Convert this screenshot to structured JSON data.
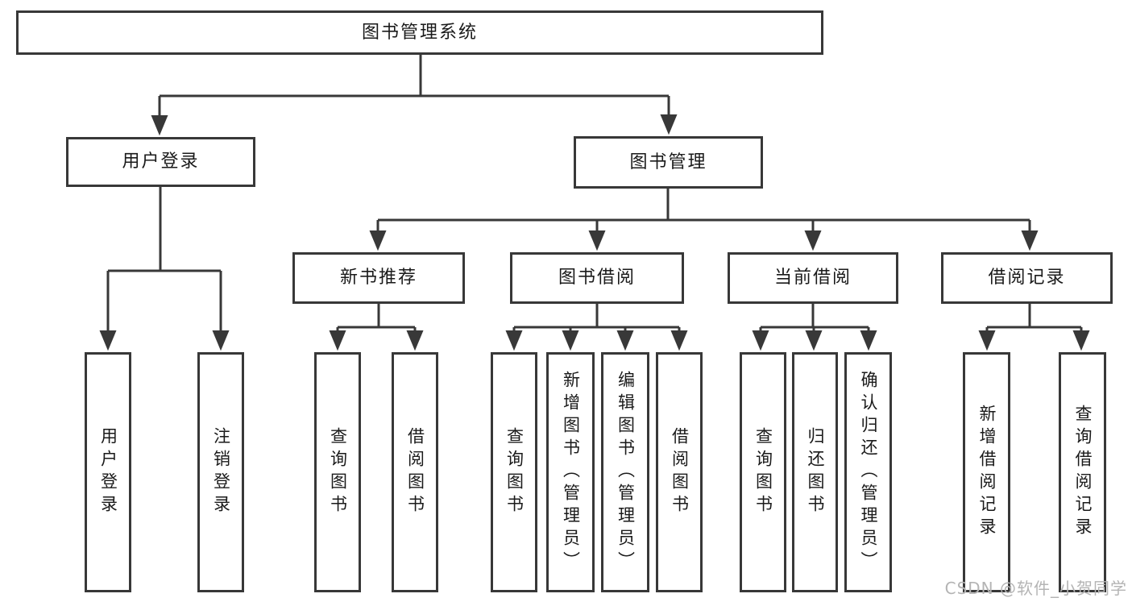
{
  "diagram": {
    "tree": {
      "label": "图书管理系统",
      "children": [
        {
          "label": "用户登录",
          "children": [
            {
              "label": "用户登录"
            },
            {
              "label": "注销登录"
            }
          ]
        },
        {
          "label": "图书管理",
          "children": [
            {
              "label": "新书推荐",
              "children": [
                {
                  "label": "查询图书"
                },
                {
                  "label": "借阅图书"
                }
              ]
            },
            {
              "label": "图书借阅",
              "children": [
                {
                  "label": "查询图书"
                },
                {
                  "label": "新增图书（管理员）"
                },
                {
                  "label": "编辑图书（管理员）"
                },
                {
                  "label": "借阅图书"
                }
              ]
            },
            {
              "label": "当前借阅",
              "children": [
                {
                  "label": "查询图书"
                },
                {
                  "label": "归还图书"
                },
                {
                  "label": "确认归还（管理员）"
                }
              ]
            },
            {
              "label": "借阅记录",
              "children": [
                {
                  "label": "新增借阅记录"
                },
                {
                  "label": "查询借阅记录"
                }
              ]
            }
          ]
        }
      ]
    },
    "colors": {
      "line": "#383838",
      "text": "#1a1a1a",
      "watermark": "#b4b4b4",
      "background": "#ffffff"
    },
    "watermark": "CSDN @软件_小贺同学"
  }
}
